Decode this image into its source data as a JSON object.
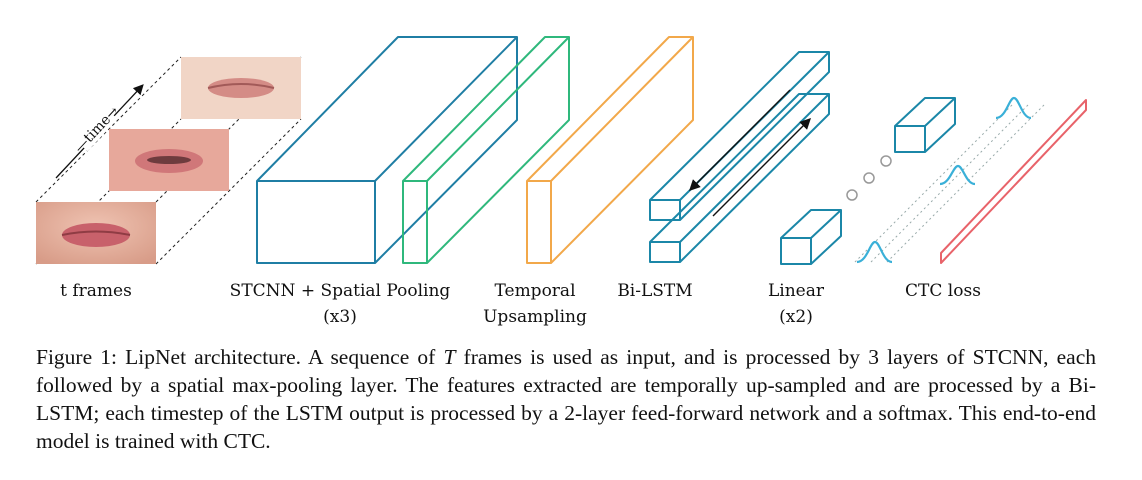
{
  "labels": {
    "frames": "t frames",
    "time": "—time→",
    "stcnn_line1": "STCNN + Spatial Pooling",
    "stcnn_line2": "(x3)",
    "upsampling_line1": "Temporal",
    "upsampling_line2": "Upsampling",
    "bilstm": "Bi-LSTM",
    "linear_line1": "Linear",
    "linear_line2": "(x2)",
    "ctc": "CTC loss"
  },
  "caption": {
    "prefix": "Figure 1: LipNet architecture. A sequence of ",
    "variable": "T",
    "suffix": " frames is used as input, and is processed by 3 layers of STCNN, each followed by a spatial max-pooling layer. The features extracted are temporally up-sampled and are processed by a Bi-LSTM; each timestep of the LSTM output is processed by a 2-layer feed-forward network and a softmax. This end-to-end model is trained with CTC."
  },
  "colors": {
    "stcnn": "#1f7ea4",
    "upsampling_green": "#2fb87c",
    "upsampling_orange": "#f2a84a",
    "bilstm": "#1b87a8",
    "linear": "#1b87a8",
    "ctc_curve": "#3ab0d8",
    "ctc_loss": "#e8636a",
    "dots": "#999999",
    "dashed": "#222222"
  }
}
